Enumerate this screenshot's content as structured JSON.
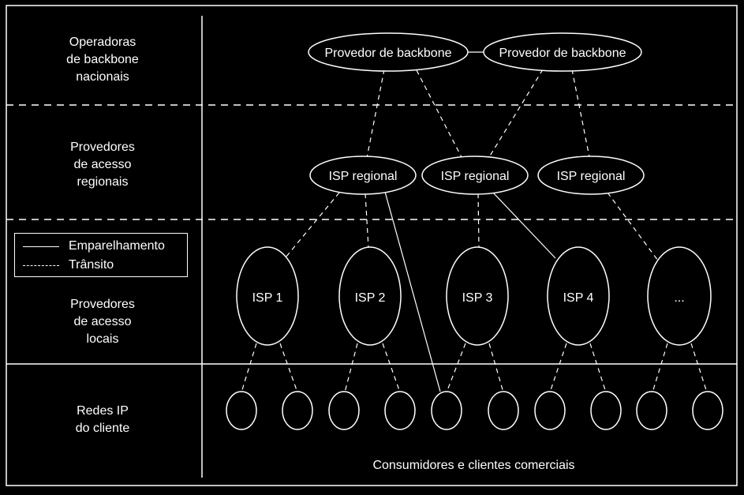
{
  "rows": {
    "backbone": {
      "line1": "Operadoras",
      "line2": "de backbone",
      "line3": "nacionais"
    },
    "regional": {
      "line1": "Provedores",
      "line2": "de acesso",
      "line3": "regionais"
    },
    "local": {
      "line1": "Provedores",
      "line2": "de acesso",
      "line3": "locais"
    },
    "customer": {
      "line1": "Redes IP",
      "line2": "do cliente"
    }
  },
  "legend": {
    "peering": "Emparelhamento",
    "transit": "Trânsito"
  },
  "nodes": {
    "backbone": [
      "Provedor de backbone",
      "Provedor de backbone"
    ],
    "regional": [
      "ISP regional",
      "ISP regional",
      "ISP regional"
    ],
    "local": [
      "ISP 1",
      "ISP 2",
      "ISP 3",
      "ISP 4",
      "..."
    ]
  },
  "footer": "Consumidores e clientes comerciais",
  "colors": {
    "background": "#000000",
    "stroke": "#ffffff"
  }
}
